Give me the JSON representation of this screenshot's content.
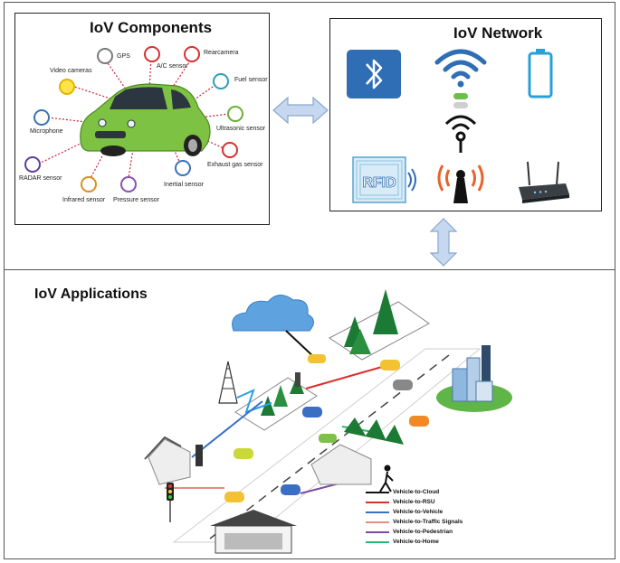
{
  "components": {
    "title": "IoV Components",
    "sensors": [
      {
        "label": "GPS",
        "color": "#7a7a7a"
      },
      {
        "label": "Rearcamera",
        "color": "#d93030"
      },
      {
        "label": "A/C sensor",
        "color": "#d93030"
      },
      {
        "label": "Video cameras",
        "color": "#e2b400"
      },
      {
        "label": "Fuel sensor",
        "color": "#2a9fb8"
      },
      {
        "label": "Microphone",
        "color": "#3b72b8"
      },
      {
        "label": "Ultrasonic sensor",
        "color": "#6cae3a"
      },
      {
        "label": "RADAR sensor",
        "color": "#5b3f9c"
      },
      {
        "label": "Exhaust gas sensor",
        "color": "#d93030"
      },
      {
        "label": "Inertial sensor",
        "color": "#3b72b8"
      },
      {
        "label": "Infrared sensor",
        "color": "#d89020"
      },
      {
        "label": "Pressure sensor",
        "color": "#8a52b0"
      }
    ]
  },
  "network": {
    "title": "IoV Network",
    "rfid_label": "RFID",
    "icons": [
      "bluetooth-icon",
      "wifi-icon",
      "battery-icon",
      "rfid-icon",
      "nfc-icon",
      "cell-tower-icon",
      "router-icon"
    ]
  },
  "applications": {
    "title": "IoV Applications",
    "legend": [
      {
        "label": "Vehicle-to-Cloud",
        "color": "#111111"
      },
      {
        "label": "Vehicle-to-RSU",
        "color": "#d9302c"
      },
      {
        "label": "Vehicle-to-Vehicle",
        "color": "#3a6fc4"
      },
      {
        "label": "Vehicle-to-Traffic Signals",
        "color": "#e58d80"
      },
      {
        "label": "Vehicle-to-Pedestrian",
        "color": "#7b4aa8"
      },
      {
        "label": "Vehicle-to-Home",
        "color": "#2bb673"
      }
    ]
  },
  "colors": {
    "car": "#7dc242",
    "arrow": "#c6d8ef",
    "arrow_border": "#8aa8cf",
    "bluetooth": "#2f6db5"
  }
}
